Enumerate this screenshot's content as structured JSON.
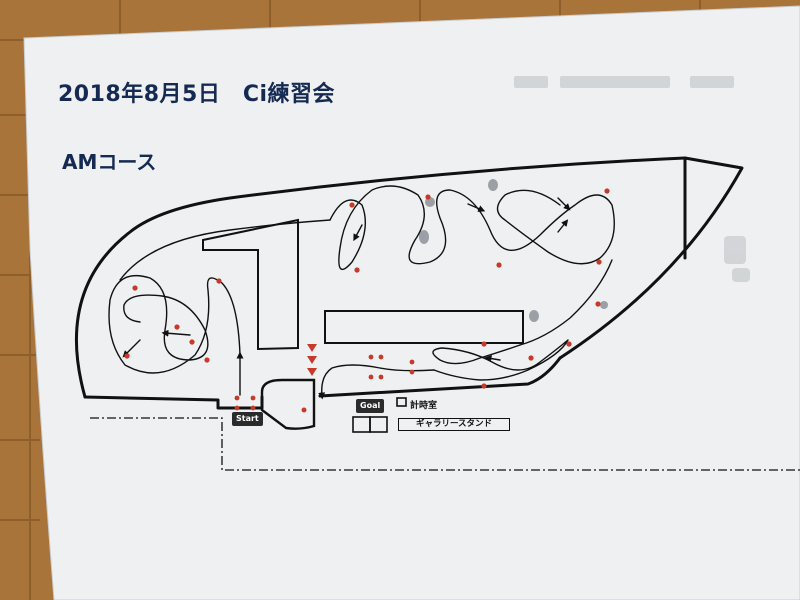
{
  "title": "2018年8月5日　Ci練習会",
  "subtitle": "AMコース",
  "labels": {
    "start": "Start",
    "goal": "Goal",
    "timing_room": "計時室",
    "gallery_stand": "ギャラリースタンド"
  },
  "colors": {
    "ink": "#111111",
    "title_ink": "#152a52",
    "cone_red": "#c8392b",
    "paper": "#eef0f2",
    "floor": "#a8743a"
  }
}
